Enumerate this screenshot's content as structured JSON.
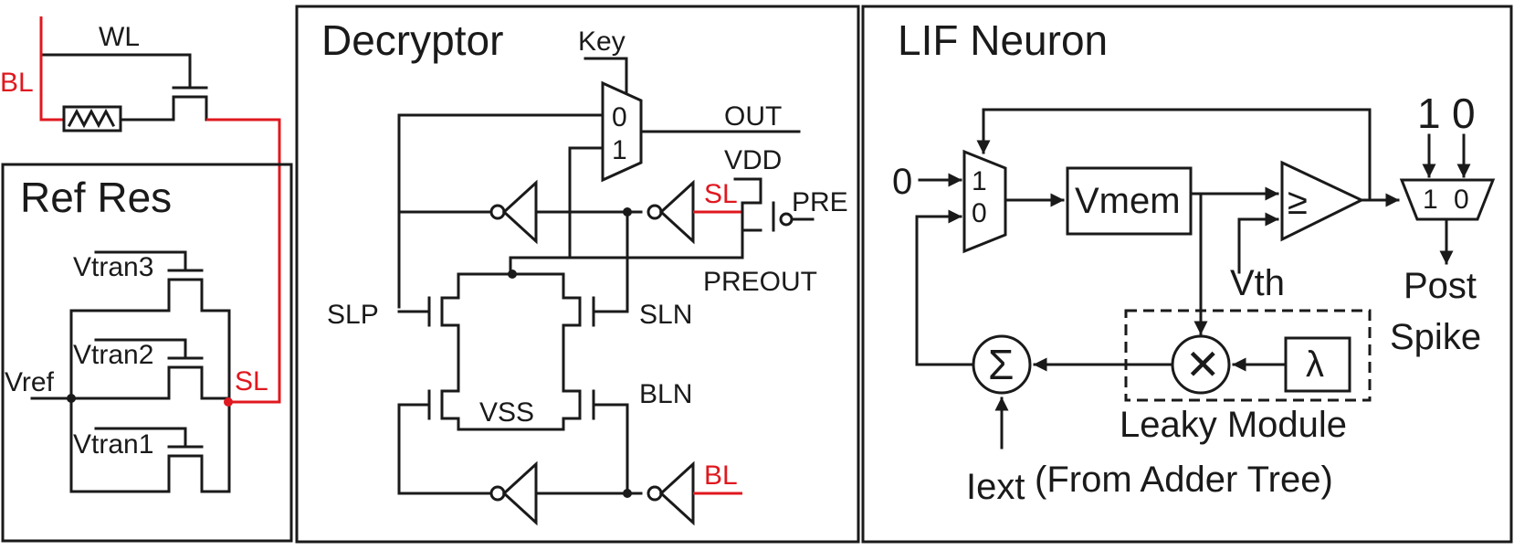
{
  "colors": {
    "wire": "#1a1a1a",
    "highlight": "#e0181f",
    "background": "#ffffff"
  },
  "cell": {
    "wl": "WL",
    "bl": "BL"
  },
  "ref_res": {
    "title": "Ref Res",
    "vtran3": "Vtran3",
    "vtran2": "Vtran2",
    "vtran1": "Vtran1",
    "vref": "Vref",
    "sl": "SL"
  },
  "decryptor": {
    "title": "Decryptor",
    "key": "Key",
    "out": "OUT",
    "mux_in0": "0",
    "mux_in1": "1",
    "vdd": "VDD",
    "sl": "SL",
    "pre": "PRE",
    "preout": "PREOUT",
    "slp": "SLP",
    "sln": "SLN",
    "vss": "VSS",
    "bln": "BLN",
    "bl": "BL"
  },
  "lif": {
    "title": "LIF Neuron",
    "zero_in": "0",
    "mux_a": "1",
    "mux_b": "0",
    "vmem": "Vmem",
    "cmp": "≥",
    "vth": "Vth",
    "top_one": "1",
    "top_zero": "0",
    "out_mux_1": "1",
    "out_mux_0": "0",
    "post": "Post",
    "spike": "Spike",
    "sum": "Σ",
    "mult": "✕",
    "lambda": "λ",
    "leaky": "Leaky Module",
    "iext": "Iext",
    "adder": "(From Adder Tree)"
  }
}
